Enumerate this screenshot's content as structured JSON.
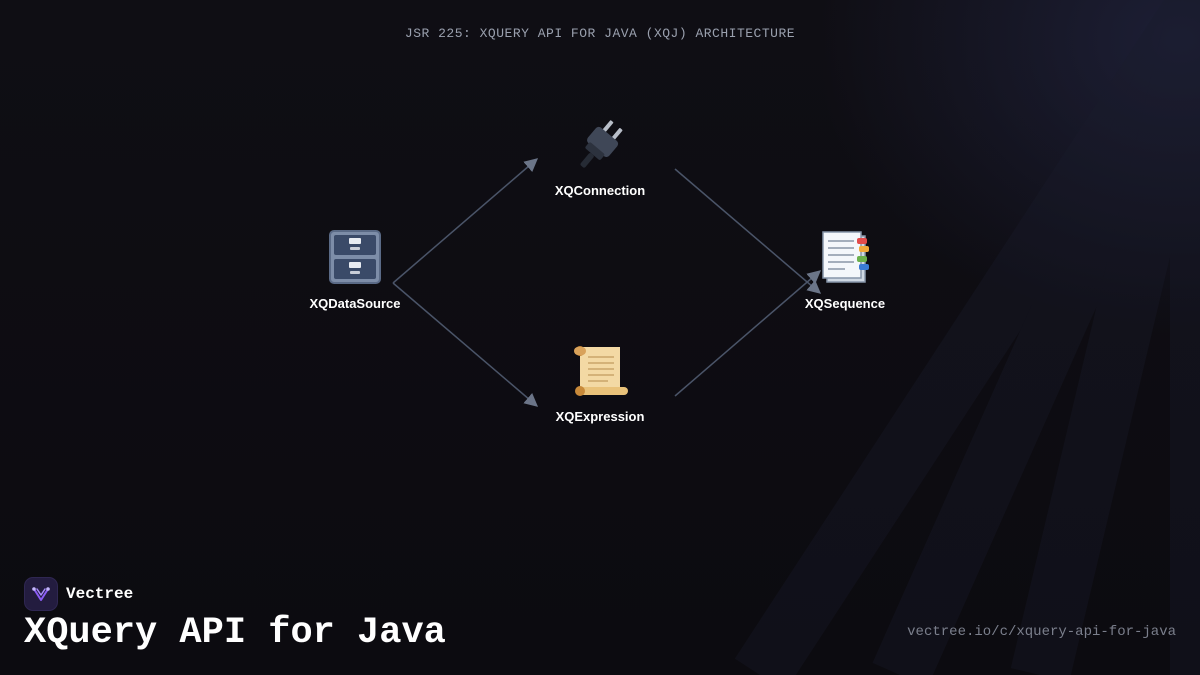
{
  "diagram": {
    "title": "JSR 225: XQUERY API FOR JAVA (XQJ) ARCHITECTURE",
    "nodes": [
      {
        "id": "datasource",
        "label": "XQDataSource",
        "icon": "file-cabinet-icon"
      },
      {
        "id": "connection",
        "label": "XQConnection",
        "icon": "electric-plug-icon"
      },
      {
        "id": "expression",
        "label": "XQExpression",
        "icon": "scroll-icon"
      },
      {
        "id": "sequence",
        "label": "XQSequence",
        "icon": "bookmark-tabs-icon"
      }
    ],
    "edges": [
      {
        "from": "datasource",
        "to": "connection"
      },
      {
        "from": "datasource",
        "to": "expression"
      },
      {
        "from": "connection",
        "to": "sequence"
      },
      {
        "from": "expression",
        "to": "sequence"
      }
    ]
  },
  "brand": {
    "name": "Vectree",
    "logo_icon": "vectree-logo-icon",
    "logo_color": "#8b5cf6"
  },
  "footer": {
    "title": "XQuery API for Java",
    "url": "vectree.io/c/xquery-api-for-java"
  },
  "colors": {
    "background": "#0e0d12",
    "edge": "#4a5468",
    "arrowhead": "#6b7588"
  }
}
